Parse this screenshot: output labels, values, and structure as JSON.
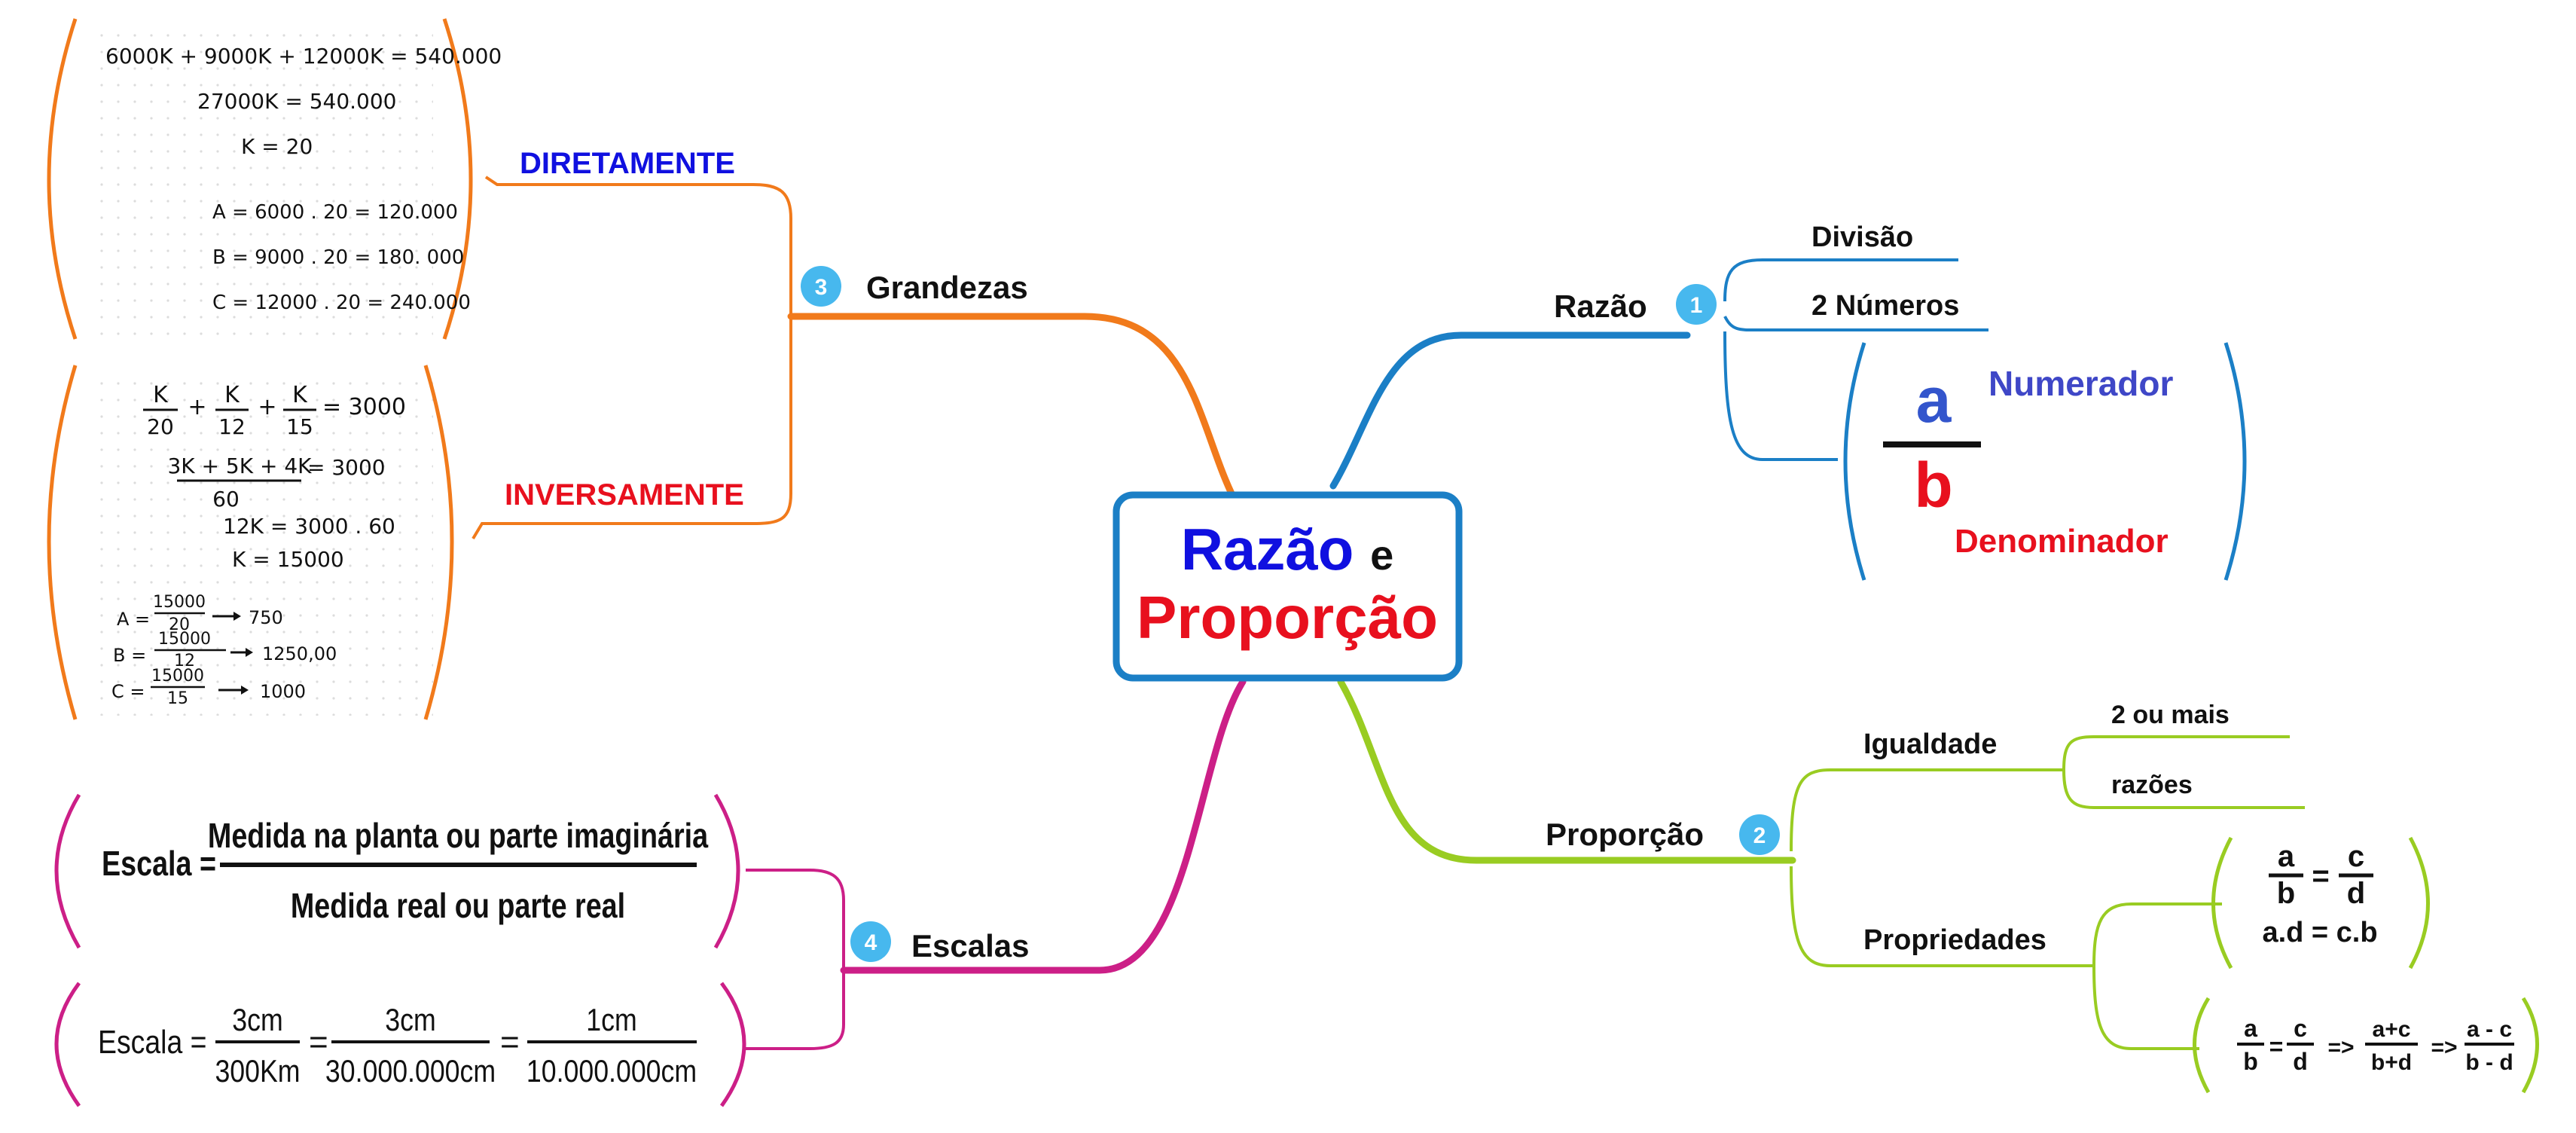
{
  "center": {
    "word1": "Razão",
    "word2": "e",
    "word3": "Proporção"
  },
  "colors": {
    "blue": "#1b7fc6",
    "orange": "#f17a1b",
    "green": "#99cc22",
    "magenta": "#cc1f87",
    "titleBlue": "#1010e0",
    "titleRed": "#e8101e",
    "badge": "#47b8ee"
  },
  "branches": {
    "razao": {
      "badge": "1",
      "label": "Razão",
      "items": [
        "Divisão",
        "2 Números"
      ],
      "fraction": {
        "numerator": "a",
        "denominator": "b",
        "numerator_label": "Numerador",
        "denominator_label": "Denominador"
      }
    },
    "proporcao": {
      "badge": "2",
      "label": "Proporção",
      "igualdade": {
        "label": "Igualdade",
        "items": [
          "2 ou mais",
          "razões"
        ]
      },
      "propriedades": {
        "label": "Propriedades",
        "f1": {
          "a": "a",
          "b": "b",
          "c": "c",
          "d": "d",
          "eq": "=",
          "product": "a.d = c.b"
        },
        "f2": {
          "a": "a",
          "b": "b",
          "c": "c",
          "d": "d",
          "eq": "=",
          "arrow": "=>",
          "sum_num": "a+c",
          "sum_den": "b+d",
          "diff_num": "a - c",
          "diff_den": "b - d"
        }
      }
    },
    "grandezas": {
      "badge": "3",
      "label": "Grandezas",
      "diretamente": {
        "label": "DIRETAMENTE",
        "lines": [
          "6000K + 9000K + 12000K = 540.000",
          "27000K = 540.000",
          "K = 20",
          "A = 6000 . 20 = 120.000",
          "B = 9000 . 20 = 180. 000",
          "C = 12000 . 20 = 240.000"
        ]
      },
      "inversamente": {
        "label": "INVERSAMENTE",
        "frac_num": "K",
        "den1": "20",
        "den2": "12",
        "den3": "15",
        "plus": "+",
        "result": "= 3000",
        "l2_num": "3K + 5K + 4K",
        "l2_den": "60",
        "l2_res": "= 3000",
        "l3": "12K = 3000 . 60",
        "l4": "K = 15000",
        "rows": [
          {
            "lbl": "A =",
            "num": "15000",
            "den": "20",
            "res": "750"
          },
          {
            "lbl": "B =",
            "num": "15000",
            "den": "12",
            "res": "1250,00"
          },
          {
            "lbl": "C =",
            "num": "15000",
            "den": "15",
            "res": "1000"
          }
        ]
      }
    },
    "escalas": {
      "badge": "4",
      "label": "Escalas",
      "f1": {
        "lhs": "Escala =",
        "num": "Medida na planta ou parte imaginária",
        "den": "Medida real ou parte real"
      },
      "f2": {
        "lhs": "Escala =",
        "eq": "=",
        "n1": "3cm",
        "d1": "300Km",
        "n2": "3cm",
        "d2": "30.000.000cm",
        "n3": "1cm",
        "d3": "10.000.000cm"
      }
    }
  }
}
